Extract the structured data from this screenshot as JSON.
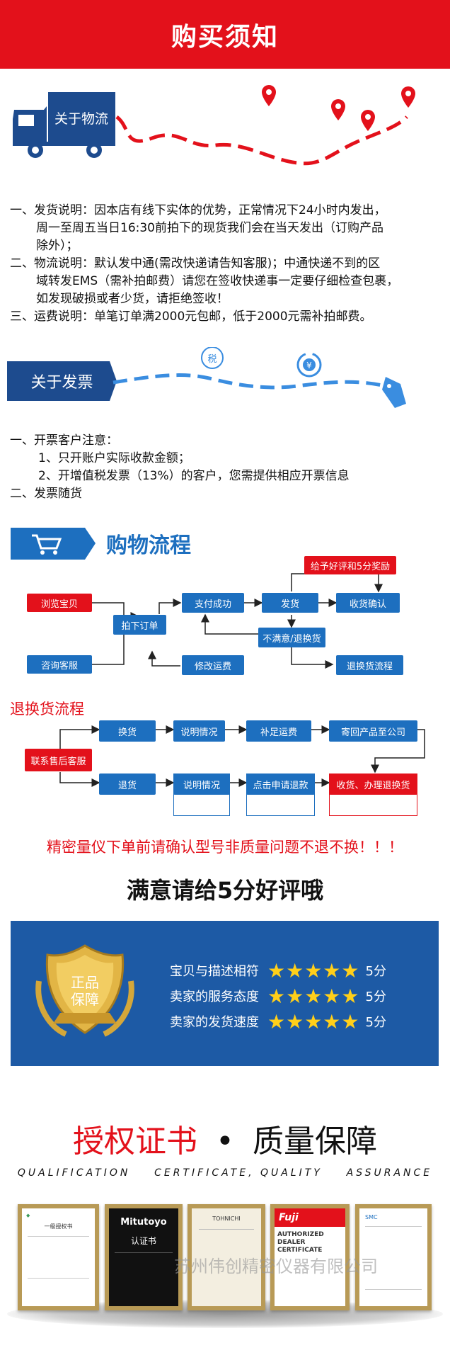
{
  "header": {
    "title": "购买须知"
  },
  "logistics": {
    "tag": "关于物流",
    "lines": [
      "一、发货说明：因本店有线下实体的优势，正常情况下24小时内发出，",
      "周一至周五当日16:30前拍下的现货我们会在当天发出（订购产品",
      "除外）；",
      "二、物流说明：默认发中通(需改快递请告知客服)；中通快递不到的区",
      "域转发EMS（需补拍邮费）请您在签收快递事一定要仔细检查包裹，",
      "如发现破损或者少货，请拒绝签收！",
      "三、运费说明：单笔订单满2000元包邮，低于2000元需补拍邮费。"
    ]
  },
  "invoice": {
    "tag": "关于发票",
    "tax_icon": "税",
    "lines": [
      "一、开票客户注意：",
      "1、只开账户实际收款金额；",
      "2、开增值税发票（13%）的客户，您需提供相应开票信息",
      "二、发票随货"
    ]
  },
  "shopping": {
    "title": "购物流程",
    "reward": "给予好评和5分奖励",
    "browse": "浏览宝贝",
    "order": "拍下订单",
    "paid": "支付成功",
    "ship": "发货",
    "confirm": "收货确认",
    "consult": "咨询客服",
    "modify": "修改运费",
    "unsatisfied": "不满意/退换货",
    "return_flow": "退换货流程"
  },
  "returns": {
    "title": "退换货流程",
    "contact": "联系售后客服",
    "exchange": "换货",
    "explain1": "说明情况",
    "postage": "补足运费",
    "sendback": "寄回产品至公司",
    "refund": "退货",
    "explain2": "说明情况",
    "apply": "点击申请退款",
    "receive": "收货、办理退换货"
  },
  "warning": "精密量仪下单前请确认型号非质量问题不退不换！！！",
  "rating": {
    "title": "满意请给5分好评哦",
    "badge_l1": "正品",
    "badge_l2": "保障",
    "items": [
      {
        "label": "宝贝与描述相符",
        "score": "5分"
      },
      {
        "label": "卖家的服务态度",
        "score": "5分"
      },
      {
        "label": "卖家的发货速度",
        "score": "5分"
      }
    ]
  },
  "certs": {
    "title_a": "授权证书",
    "dot": "•",
    "title_b": "质量保障",
    "subtitle": "QUALIFICATION    CERTIFICATE, QUALITY    ASSURANCE",
    "watermark": "苏州伟创精密仪器有限公司",
    "c1": "一级授权书",
    "c2_brand": "Mitutoyo",
    "c2_title": "认证书",
    "c3_brand": "TOHNICHI",
    "c4_brand": "Fuji",
    "c4_t1": "AUTHORIZED",
    "c4_t2": "DEALER",
    "c4_t3": "CERTIFICATE",
    "c5_brand": "SMC"
  },
  "colors": {
    "red": "#e3111b",
    "navy": "#1d4b8e",
    "blue": "#1d6fbf",
    "gold": "#b89a56"
  }
}
